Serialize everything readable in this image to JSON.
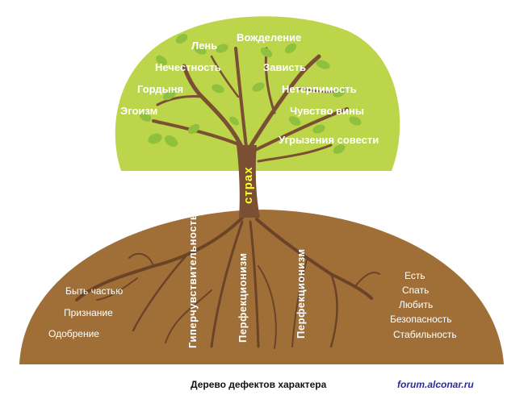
{
  "diagram": {
    "caption": "Дерево дефектов характера",
    "source": "forum.alconar.ru",
    "trunk_label": "страх",
    "crown_labels": [
      "Лень",
      "Вожделение",
      "Нечестность",
      "Зависть",
      "Гордыня",
      "Нетерпимость",
      "Эгоизм",
      "Чувство вины",
      "Угрызения совести"
    ],
    "root_vertical_labels": [
      "Гиперчувствительность",
      "Перфекционизм",
      "Перфекционизм"
    ],
    "left_root_labels": [
      "Быть частью",
      "Признание",
      "Одобрение"
    ],
    "right_root_labels": [
      "Есть",
      "Спать",
      "Любить",
      "Безопасность",
      "Стабильность"
    ],
    "colors": {
      "crown": "#bcd54a",
      "soil": "#a06f38",
      "wood": "#7a4f33",
      "leaf": "#8fc13e",
      "trunk_label": "#ffff33"
    }
  }
}
